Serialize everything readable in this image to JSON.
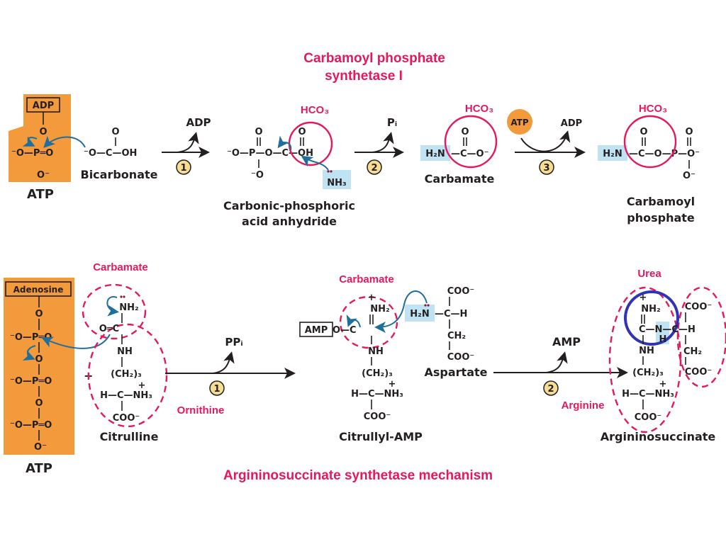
{
  "colors": {
    "accent_pink": "#e5185e",
    "atp_orange": "#f39a3d",
    "highlight_blue": "#bfe3f2",
    "step_badge": "#f6dd92",
    "curly_arrow": "#1f6e9c",
    "urea_ring": "#2e34b4"
  },
  "top": {
    "enzyme_title_line1": "Carbamoyl phosphate",
    "enzyme_title_line2": "synthetase I",
    "atp": {
      "box": "ADP",
      "O": "O",
      "Pgroup_left": "⁻O—P═O",
      "Obottom": "O⁻",
      "label": "ATP"
    },
    "bicarbonate": {
      "top_O": "O",
      "formula": "⁻O—C—OH",
      "label": "Bicarbonate"
    },
    "step1": {
      "number": "1",
      "release": "ADP"
    },
    "anhydride": {
      "hco3": "HCO₃",
      "formula": "⁻O—P—O—C—OH",
      "top_O1": "O",
      "top_O2": "O",
      "bottom_O": "⁻O",
      "nh3": "NH₃",
      "label_line1": "Carbonic-phosphoric",
      "label_line2": "acid anhydride"
    },
    "step2": {
      "number": "2",
      "release": "Pᵢ"
    },
    "carbamate": {
      "hco3": "HCO₃",
      "h2n": "H₂N",
      "formula": "—C—O⁻",
      "top_O": "O",
      "label": "Carbamate"
    },
    "step3": {
      "number": "3",
      "input": "ATP",
      "release": "ADP"
    },
    "carbamoyl_phosphate": {
      "hco3": "HCO₃",
      "h2n": "H₂N",
      "formula": "—C—O—P—O⁻",
      "top_O1": "O",
      "top_O2": "O",
      "bottom_O": "O⁻",
      "label_line1": "Carbamoyl",
      "label_line2": "phosphate"
    }
  },
  "bottom": {
    "mechanism_title": "Argininosuccinate synthetase mechanism",
    "atp": {
      "box": "Adenosine",
      "rows": [
        "O",
        "⁻O—P═O",
        "O",
        "⁻O—P═O",
        "O",
        "⁻O—P═O",
        "O⁻"
      ],
      "label": "ATP"
    },
    "plus": "+",
    "citrulline": {
      "carbamate_label": "Carbamate",
      "nh2": "NH₂",
      "oc": "O═C",
      "nh": "NH",
      "ch2": "(CH₂)₃",
      "hc": "H—C—NH₃",
      "coo": "COO⁻",
      "charge": "+",
      "ornithine_label": "Ornithine",
      "label": "Citrulline"
    },
    "step1": {
      "number": "1",
      "release": "PPᵢ"
    },
    "citrullyl_amp": {
      "carbamate_label": "Carbamate",
      "amp": "AMP",
      "o": "O—C",
      "nh2": "NH₂",
      "nh": "NH",
      "ch2": "(CH₂)₃",
      "hc": "H—C—NH₃",
      "coo": "COO⁻",
      "charge": "+",
      "label": "Citrullyl-AMP"
    },
    "aspartate": {
      "h2n": "H₂N",
      "formula": "—C—H",
      "coo_top": "COO⁻",
      "ch2": "CH₂",
      "coo_bottom": "COO⁻",
      "label": "Aspartate"
    },
    "step2": {
      "number": "2",
      "release": "AMP"
    },
    "argininosuccinate": {
      "urea_label": "Urea",
      "nh2": "NH₂",
      "cn": "C—N—C—H",
      "h": "H",
      "coo_top": "COO⁻",
      "nh": "NH",
      "ch2_right": "CH₂",
      "ch2": "(CH₂)₃",
      "coo_right": "COO⁻",
      "hc": "H—C—NH₃",
      "coo": "COO⁻",
      "charge": "+",
      "arginine_label": "Arginine",
      "label": "Argininosuccinate"
    }
  }
}
